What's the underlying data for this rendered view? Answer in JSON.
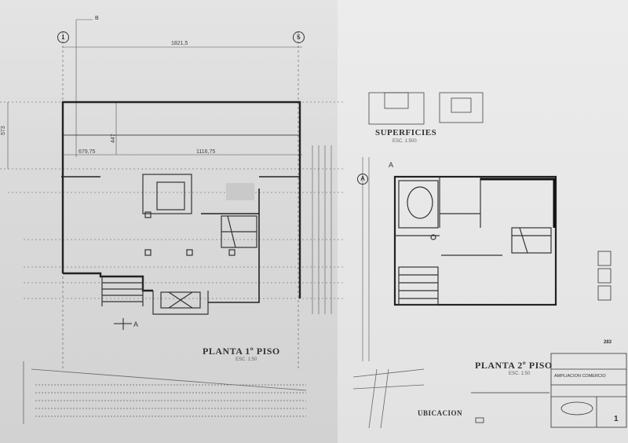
{
  "plans": {
    "first_floor": {
      "title": "PLANTA 1º PISO",
      "scale": "ESC. 1:50"
    },
    "second_floor": {
      "title": "PLANTA 2º PISO",
      "scale": "ESC. 1:50"
    }
  },
  "sections": {
    "superficies": "SUPERFICIES",
    "superficies_scale": "ESC. 1:500",
    "ubicacion": "UBICACION"
  },
  "dimensions": {
    "top": "1821,5",
    "left_span": "679,75",
    "right_span": "1116,75",
    "left_height": "573",
    "mid_height": "447"
  },
  "axes": {
    "axis_1": "1",
    "axis_5": "5",
    "section_b": "B",
    "section_a": "A",
    "axis_a": "A"
  },
  "title_block": {
    "project": "AMPLIACION COMERCIO",
    "sheet_number": "1",
    "sheet_code": "283"
  }
}
